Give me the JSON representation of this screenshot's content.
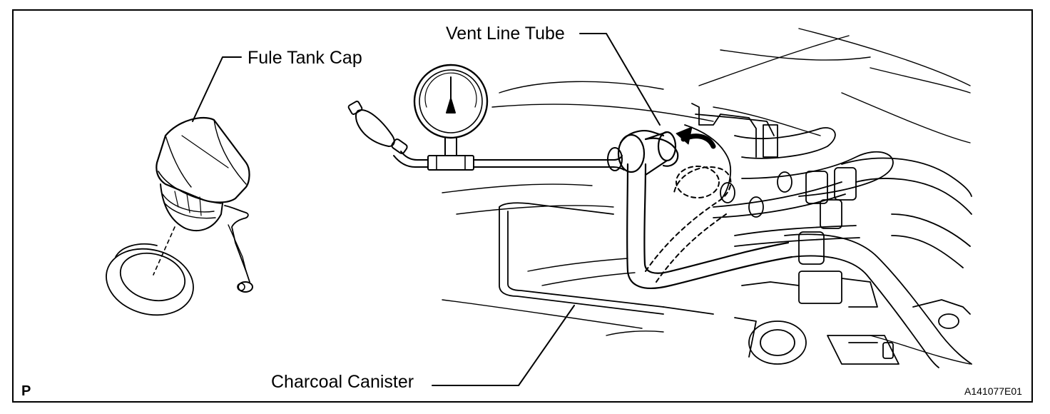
{
  "labels": {
    "fuel_tank_cap": "Fule Tank Cap",
    "vent_line_tube": "Vent Line Tube",
    "charcoal_canister": "Charcoal Canister"
  },
  "corner_mark": "P",
  "figure_code": "A141077E01"
}
